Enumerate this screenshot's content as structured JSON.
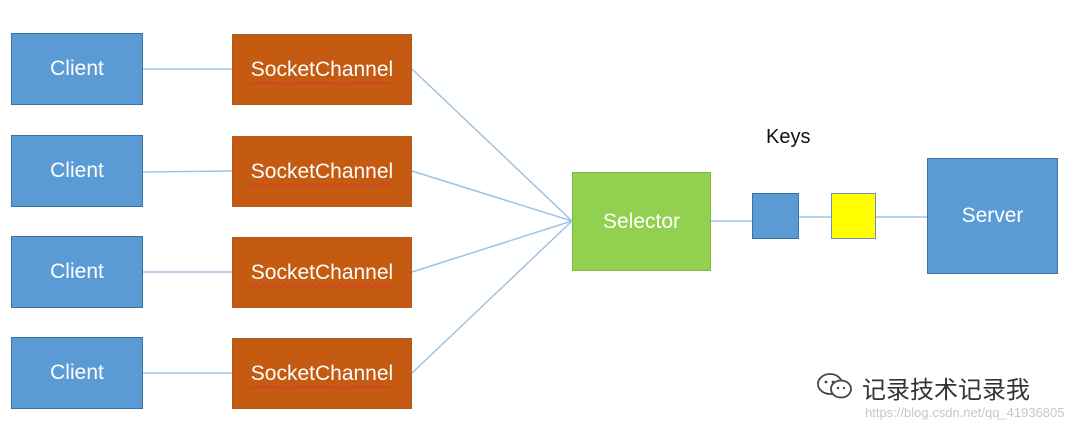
{
  "colors": {
    "client": "#5b9bd5",
    "socket_channel": "#c55a11",
    "selector": "#92d050",
    "server": "#5b9bd5",
    "key_blue": "#5b9bd5",
    "key_yellow": "#ffff00",
    "connector": "#9dc3e6"
  },
  "clients": [
    {
      "label": "Client"
    },
    {
      "label": "Client"
    },
    {
      "label": "Client"
    },
    {
      "label": "Client"
    }
  ],
  "channels": [
    {
      "label": "SocketChannel"
    },
    {
      "label": "SocketChannel"
    },
    {
      "label": "SocketChannel"
    },
    {
      "label": "SocketChannel"
    }
  ],
  "selector": {
    "label": "Selector"
  },
  "keys": {
    "label": "Keys"
  },
  "server": {
    "label": "Server"
  },
  "watermark": {
    "name": "记录技术记录我",
    "url": "https://blog.csdn.net/qq_41936805",
    "icon": "wechat-icon"
  }
}
